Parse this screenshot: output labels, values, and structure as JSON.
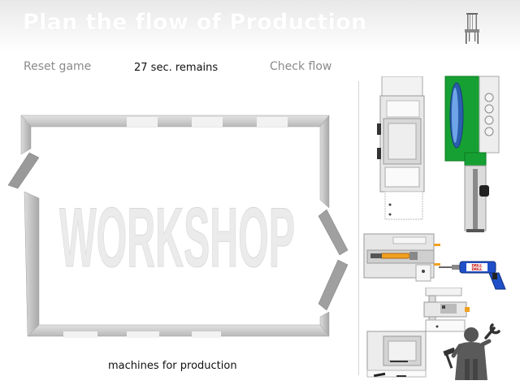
{
  "header": {
    "title": "Plan the flow of Production",
    "icon": "chair-icon"
  },
  "controls": {
    "reset_label": "Reset game",
    "timer_text": "27 sec. remains",
    "check_label": "Check flow"
  },
  "workshop": {
    "label": "WORKSHOP"
  },
  "footer": {
    "label": "machines for production"
  },
  "tools": {
    "drill_label_top": "DRILL",
    "drill_label_bottom": "DRILL"
  },
  "colors": {
    "machine_green": "#16a033",
    "drill_blue": "#2050c8",
    "accent_orange": "#f0a020"
  }
}
